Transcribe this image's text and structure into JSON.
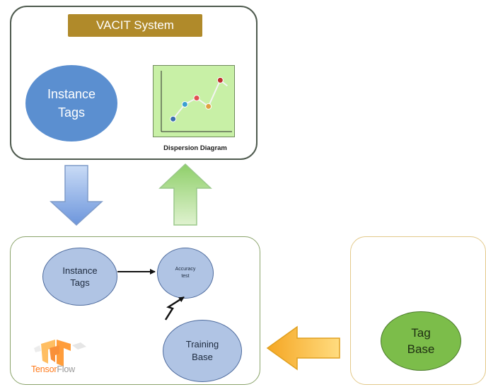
{
  "title": "VACIT System",
  "top_panel": {
    "instance_tags": [
      "Instance",
      "Tags"
    ],
    "chart_caption": "Dispersion Diagram"
  },
  "chart_data": {
    "type": "line",
    "title": "",
    "xlabel": "",
    "ylabel": "",
    "x": [
      1,
      2,
      3,
      4,
      5
    ],
    "series": [
      {
        "values": [
          1.2,
          2.6,
          3.2,
          2.4,
          4.9
        ],
        "marker_colors": [
          "#3b6fb0",
          "#3b9fd0",
          "#e05050",
          "#e0a040",
          "#c03030"
        ]
      }
    ],
    "xlim": [
      0,
      6
    ],
    "ylim": [
      0,
      5.8
    ],
    "grid": false
  },
  "bottom_panel": {
    "instance_tags": [
      "Instance",
      "Tags"
    ],
    "accuracy_test": [
      "Accuracy",
      "test"
    ],
    "training_base": [
      "Training",
      "Base"
    ],
    "logo_text": {
      "part1": "Tensor",
      "part2": "Flow"
    }
  },
  "tag_panel": {
    "tag_base": [
      "Tag",
      "Base"
    ]
  },
  "colors": {
    "arrow_down": "#8fb0e6",
    "arrow_up": "#a8d88a",
    "arrow_left": "#f5b321",
    "banner": "#b08a2a"
  }
}
